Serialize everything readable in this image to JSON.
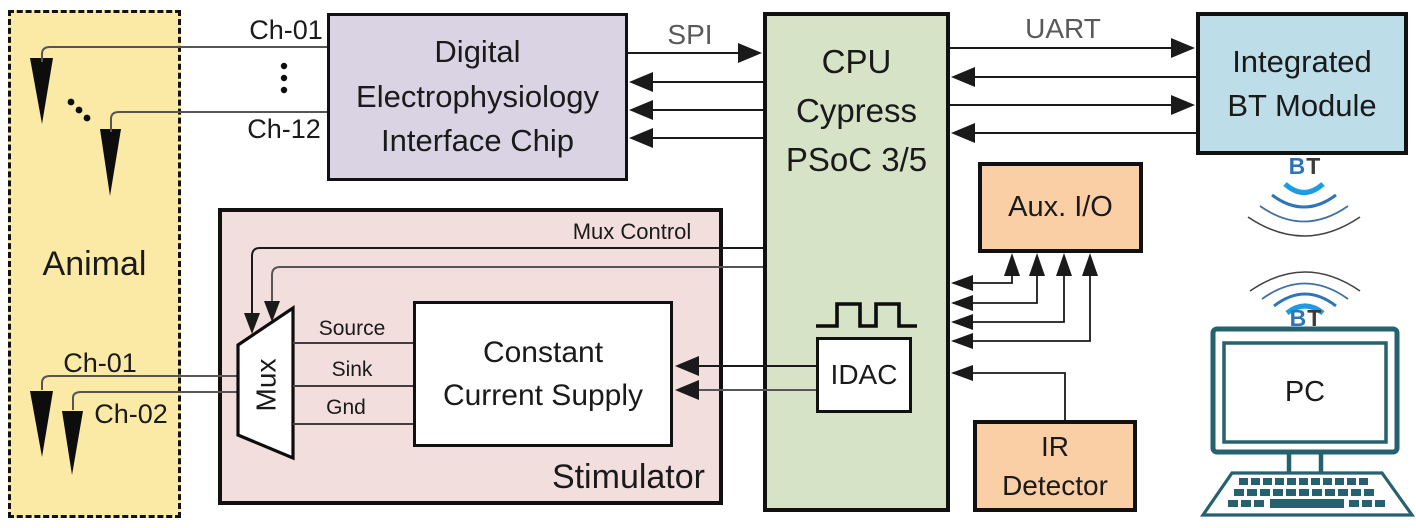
{
  "blocks": {
    "animal": "Animal",
    "interface_chip": [
      "Digital",
      "Electrophysiology",
      "Interface Chip"
    ],
    "cpu": [
      "CPU",
      "Cypress",
      "PSoC 3/5"
    ],
    "bt_module": [
      "Integrated",
      "BT Module"
    ],
    "aux_io": "Aux. I/O",
    "ir_detector": [
      "IR",
      "Detector"
    ],
    "stimulator": "Stimulator",
    "constant_current_supply": [
      "Constant",
      "Current Supply"
    ],
    "idac": "IDAC",
    "mux": "Mux",
    "pc": "PC"
  },
  "connections": {
    "spi": "SPI",
    "uart": "UART",
    "mux_control": "Mux Control",
    "recording_channel_first": "Ch-01",
    "recording_channel_last": "Ch-12",
    "stim_channel_first": "Ch-01",
    "stim_channel_second": "Ch-02",
    "mux_outputs": [
      "Source",
      "Sink",
      "Gnd"
    ]
  },
  "wireless": {
    "bt_b": "B",
    "bt_t": "T"
  },
  "colors": {
    "animal_fill": "#FBE9A6",
    "interface_chip_fill": "#D9D3E3",
    "cpu_fill": "#D6E3C6",
    "bt_module_fill": "#BDDDE9",
    "io_fill": "#FBCFA6",
    "stimulator_fill": "#F2DFDD",
    "block_border": "#111111",
    "pc_outline": "#26616F",
    "bt_bright_blue": "#1B9DE2",
    "bt_mid_blue": "#2E75B6",
    "bus_label_gray": "#595959"
  }
}
